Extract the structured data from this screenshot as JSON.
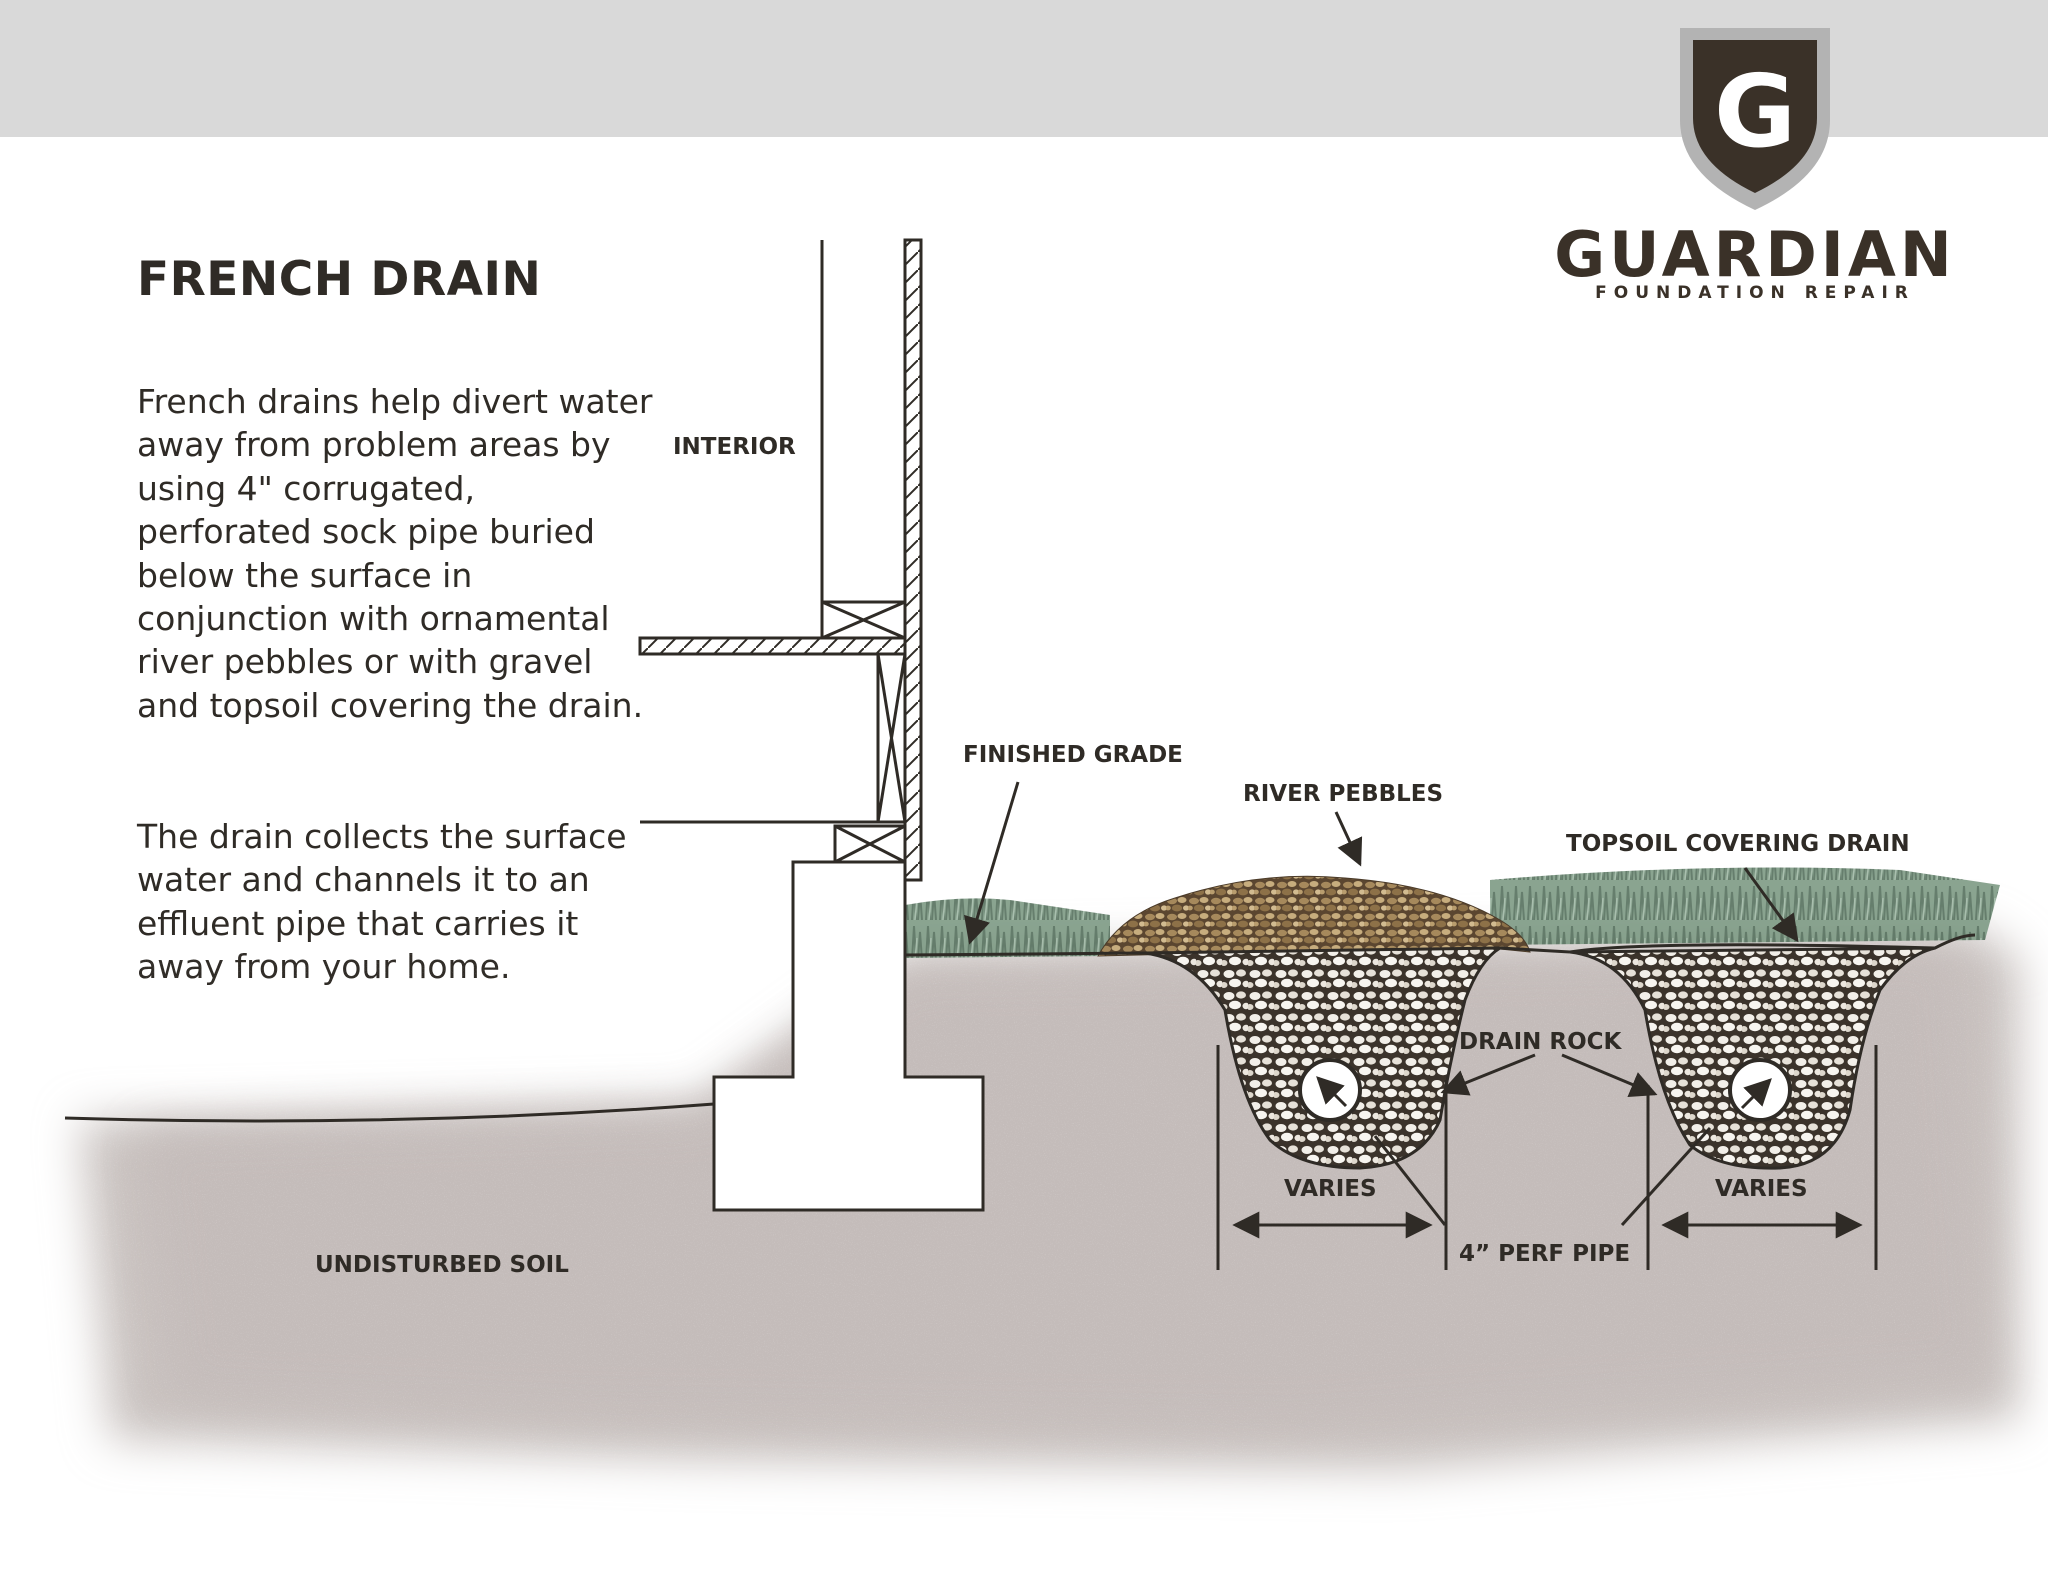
{
  "header": {
    "title": "FRENCH DRAIN",
    "paragraphs": [
      "French drains help divert water away from problem areas by using 4\" corrugated, perforated sock pipe buried below the surface in conjunction with ornamental river pebbles or with gravel and topsoil covering the drain.",
      "The drain collects the surface water and channels it to an effluent pipe that carries it away from your home."
    ]
  },
  "brand": {
    "logo_letter": "G",
    "name": "GUARDIAN",
    "subtitle": "FOUNDATION REPAIR"
  },
  "labels": {
    "interior": "INTERIOR",
    "finished_grade": "FINISHED GRADE",
    "river_pebbles": "RIVER PEBBLES",
    "topsoil": "TOPSOIL COVERING DRAIN",
    "drain_rock": "DRAIN ROCK",
    "varies": "VARIES",
    "perf_pipe": "4” PERF PIPE",
    "undisturbed_soil": "UNDISTURBED SOIL"
  },
  "colors": {
    "header_band": "#d9d9d9",
    "soil": "#c9c2c0",
    "grass": "#6e8c76",
    "pebbles": "#9a7f55",
    "text": "#2f2b26",
    "logo_dark": "#3a3128",
    "logo_silver": "#b3b3b3"
  }
}
